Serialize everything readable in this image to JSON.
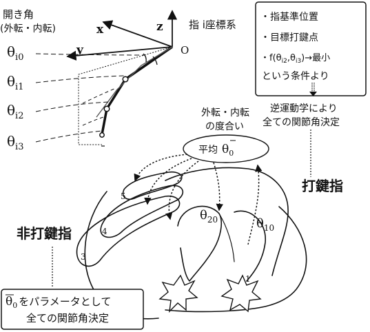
{
  "axes": {
    "abduction_label_line1": "開き角",
    "abduction_label_line2": "(外転・内転)",
    "x_label": "x",
    "y_label": "y",
    "z_label": "z",
    "origin_label": "O",
    "frame_label": "指 i座標系"
  },
  "joint_angles": [
    {
      "base": "θ",
      "sub": "i0"
    },
    {
      "base": "θ",
      "sub": "i1"
    },
    {
      "base": "θ",
      "sub": "i2"
    },
    {
      "base": "θ",
      "sub": "i3"
    }
  ],
  "conditions_box": {
    "item1": "・指基準位置",
    "item2": "・目標打鍵点",
    "item3_prefix": "・f(θ",
    "item3_sub1": "i2",
    "item3_mid": ",θ",
    "item3_sub2": "i3",
    "item3_suffix": ")→最小",
    "item4": "という条件より",
    "result_line1": "逆運動学により",
    "result_line2": "全ての関節角決定"
  },
  "hand": {
    "abduction_degree_line1": "外転・内転",
    "abduction_degree_line2": "の度合い",
    "average_label": "平均",
    "average_symbol": "θ",
    "average_sub": "0",
    "theta20_base": "θ",
    "theta20_sub": "20",
    "theta10_base": "θ",
    "theta10_sub": "10",
    "striking_finger": "打鍵指",
    "non_striking_finger": "非打鍵指",
    "finger_numbers": [
      "1",
      "2",
      "3",
      "4",
      "5"
    ]
  },
  "bottom_box": {
    "symbol": "θ",
    "sub": "0",
    "line1_text": "をパラメータとして",
    "line2": "全ての関節角決定"
  }
}
